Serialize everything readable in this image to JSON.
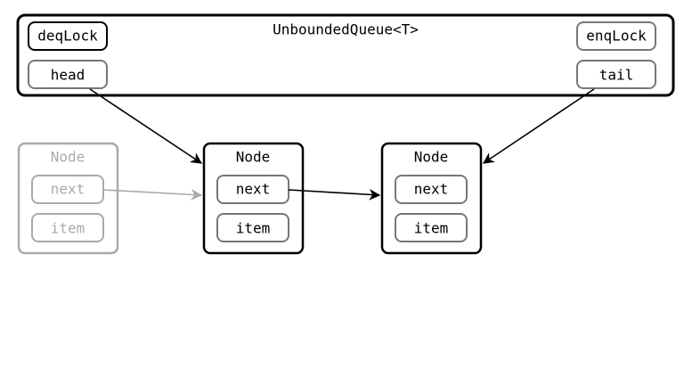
{
  "queue": {
    "title": "UnboundedQueue<T>",
    "deq_lock": "deqLock",
    "enq_lock": "enqLock",
    "head": "head",
    "tail": "tail"
  },
  "ghost_node": {
    "title": "Node",
    "next": "next",
    "item": "item"
  },
  "node_1": {
    "title": "Node",
    "next": "next",
    "item": "item"
  },
  "node_2": {
    "title": "Node",
    "next": "next",
    "item": "item"
  },
  "colors": {
    "active": "#000000",
    "field_border": "#777777",
    "ghost": "#aaaaaa"
  }
}
